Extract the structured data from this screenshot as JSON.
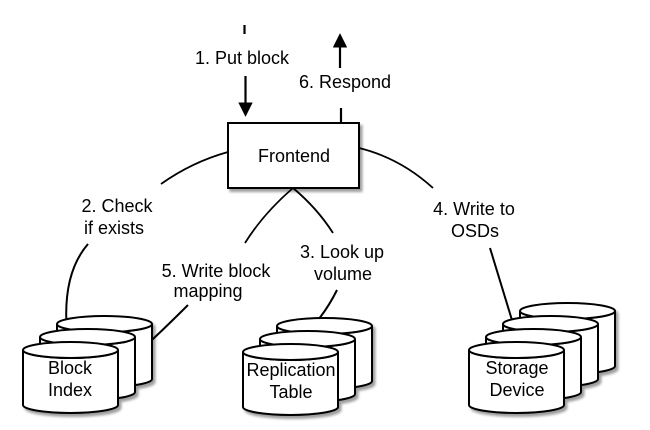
{
  "colors": {
    "ink": "#000000",
    "paper": "#ffffff",
    "shadow": "#8f8f8f"
  },
  "frontend": {
    "label": "Frontend"
  },
  "steps": {
    "put_block": "1. Put block",
    "respond": "6. Respond",
    "check_line1": "2. Check",
    "check_line2": "if exists",
    "lookup_line1": "3. Look up",
    "lookup_line2": "volume",
    "write_osds_line1": "4. Write to",
    "write_osds_line2": "OSDs",
    "write_mapping_line1": "5. Write block",
    "write_mapping_line2": "mapping"
  },
  "stores": {
    "block_index": {
      "line1": "Block",
      "line2": "Index",
      "cylinders": 3
    },
    "replication_table": {
      "line1": "Replication",
      "line2": "Table",
      "cylinders": 3
    },
    "storage_device": {
      "line1": "Storage",
      "line2": "Device",
      "cylinders": 4
    }
  }
}
